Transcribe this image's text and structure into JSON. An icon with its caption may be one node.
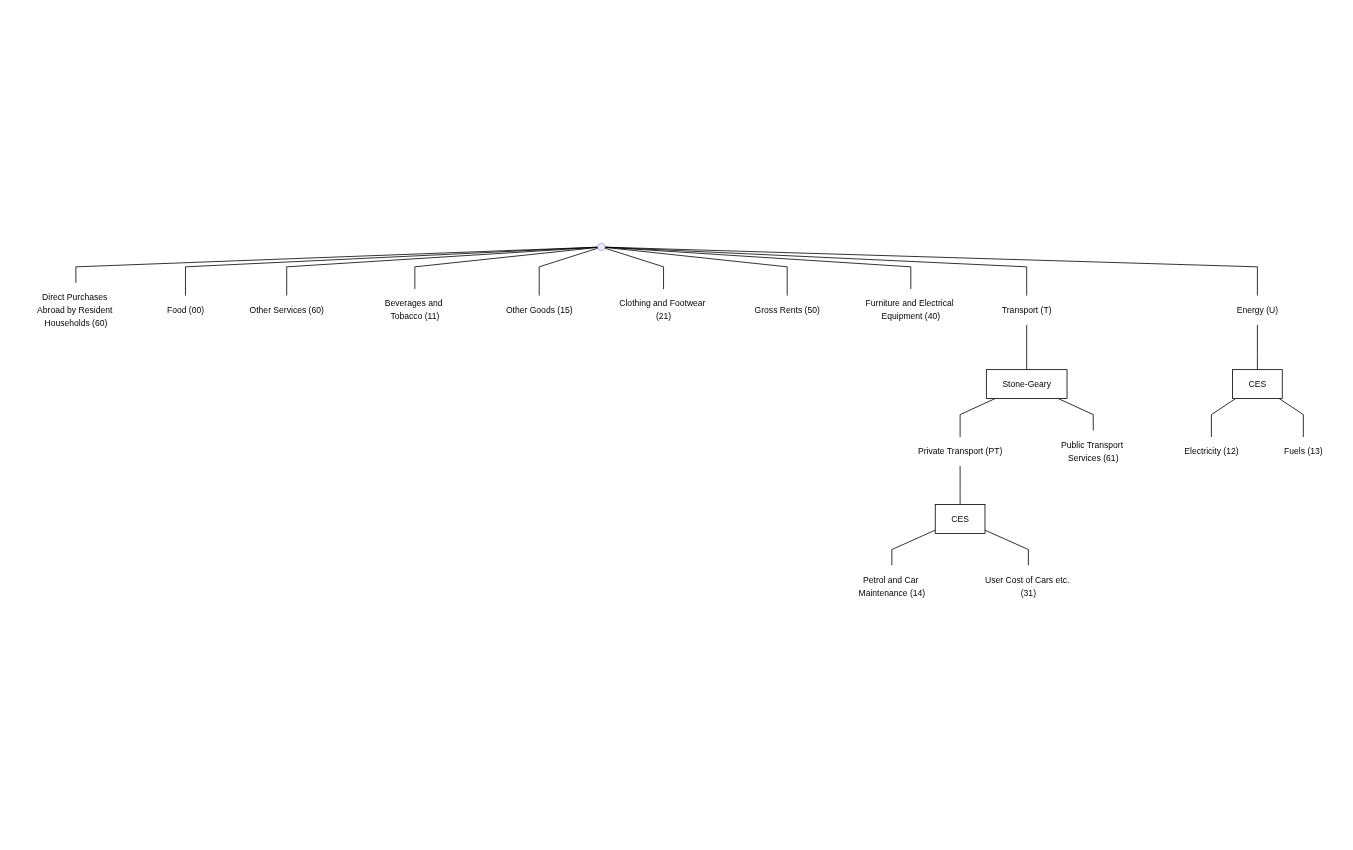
{
  "diagram": {
    "nodes": [
      {
        "text": [],
        "shape": "point"
      },
      {
        "text": [
          "Direct Purchases Abroad by Resident Households (60)"
        ]
      },
      {
        "text": [
          "Food (00)"
        ]
      },
      {
        "text": [
          "Other Services (60)"
        ]
      },
      {
        "text": [
          "Beverages and Tobacco (11)"
        ]
      },
      {
        "text": [
          "Other Goods (15)"
        ]
      },
      {
        "text": [
          "Clothing and Footwear (21)"
        ]
      },
      {
        "text": [
          "Gross Rents (50)"
        ]
      },
      {
        "text": [
          "Furniture and Electrical Equipment (40)"
        ]
      },
      {
        "text": [
          "Transport (T)"
        ]
      },
      {
        "text": [
          "Stone-Geary"
        ]
      },
      {
        "text": [
          "Private Transport (PT)"
        ]
      },
      {
        "text": [
          "Energy (U)"
        ]
      },
      {
        "text": [
          "Public Transport Services (61)"
        ]
      },
      {
        "text": [
          "CES"
        ]
      },
      {
        "text": [
          "CES"
        ]
      },
      {
        "text": [
          "Petrol and Car Maintenance (14)"
        ]
      },
      {
        "text": [
          "User Cost of Cars etc. (31)"
        ]
      },
      {
        "text": [
          "Electricity (12)"
        ]
      },
      {
        "text": [
          "Fuels (13)"
        ]
      }
    ],
    "edges": [
      {
        "from": 0,
        "to": 2,
        "arrow": "none"
      },
      {
        "from": 0,
        "to": 4,
        "arrow": "none"
      },
      {
        "from": 0,
        "to": 6,
        "arrow": "none"
      },
      {
        "from": 0,
        "to": 8,
        "arrow": "none"
      },
      {
        "from": 0,
        "to": 9,
        "arrow": "none"
      },
      {
        "from": 0,
        "to": 12,
        "arrow": "none"
      },
      {
        "from": 0,
        "to": 7,
        "arrow": "none"
      },
      {
        "from": 0,
        "to": 5,
        "arrow": "none"
      },
      {
        "from": 0,
        "to": 3,
        "arrow": "none"
      },
      {
        "from": 0,
        "to": 1,
        "arrow": "none"
      },
      {
        "from": 9,
        "to": 10,
        "arrow": "none"
      },
      {
        "from": 10,
        "to": 11,
        "arrow": "none"
      },
      {
        "from": 10,
        "to": 13,
        "arrow": "none"
      },
      {
        "from": 11,
        "to": 14,
        "arrow": "none"
      },
      {
        "from": 14,
        "to": 16,
        "arrow": "none"
      },
      {
        "from": 14,
        "to": 17,
        "arrow": "none"
      },
      {
        "from": 12,
        "to": 15,
        "arrow": "none"
      },
      {
        "from": 15,
        "to": 18,
        "arrow": "none"
      },
      {
        "from": 15,
        "to": 19,
        "arrow": "none"
      }
    ]
  }
}
